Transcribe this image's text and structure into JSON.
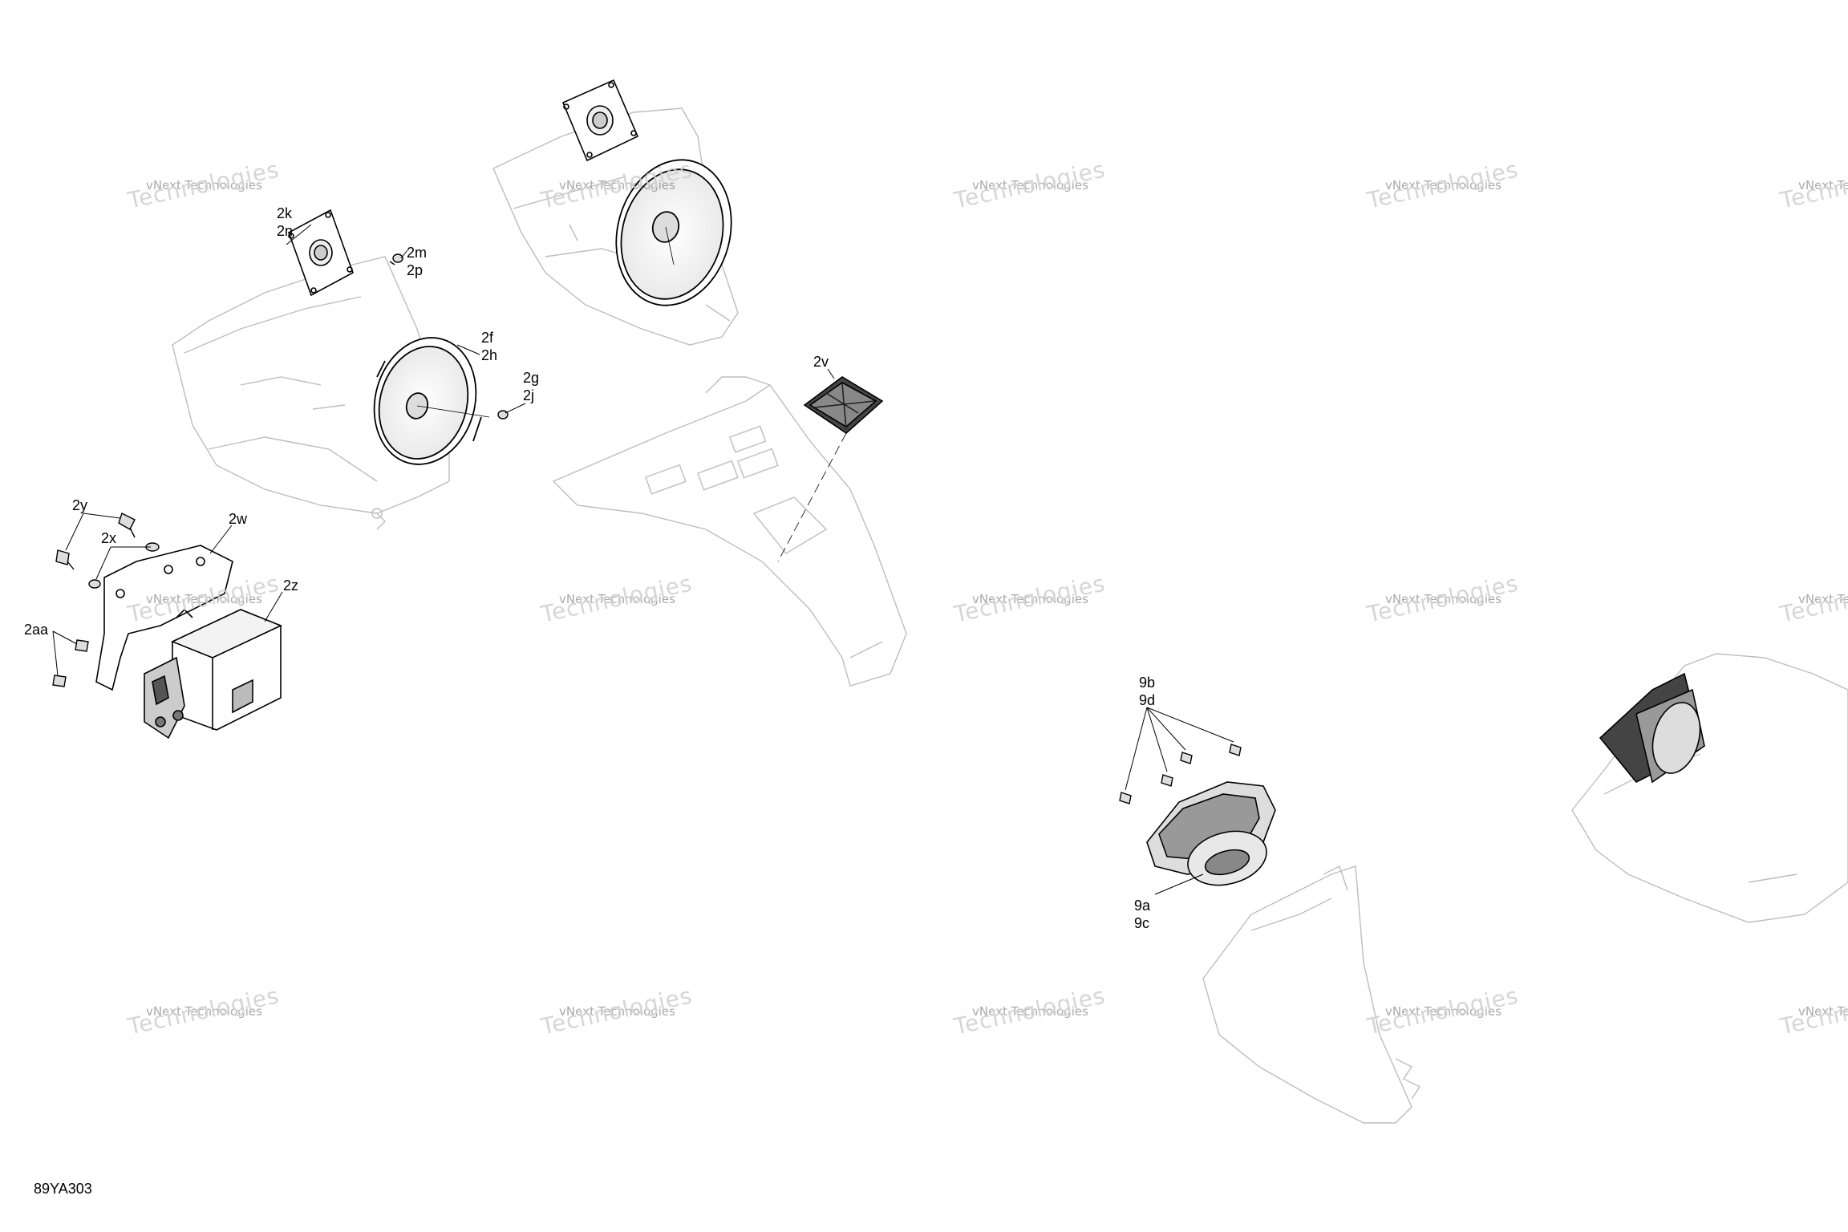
{
  "watermark": {
    "line1": "vNext Technologies",
    "line2": "Technologies"
  },
  "callouts": {
    "c_2k": [
      "2k",
      "2n"
    ],
    "c_2m": [
      "2m",
      "2p"
    ],
    "c_2f": [
      "2f",
      "2h"
    ],
    "c_2g": [
      "2g",
      "2j"
    ],
    "c_2v": [
      "2v"
    ],
    "c_2y": [
      "2y"
    ],
    "c_2x": [
      "2x"
    ],
    "c_2w": [
      "2w"
    ],
    "c_2z": [
      "2z"
    ],
    "c_2aa": [
      "2aa"
    ],
    "c_9b": [
      "9b",
      "9d"
    ],
    "c_9a": [
      "9a",
      "9c"
    ]
  },
  "drawing_code": "89YA303",
  "colors": {
    "line": "#000000",
    "ghost": "#b8b8b8",
    "watermark": "#cfcfcf"
  }
}
